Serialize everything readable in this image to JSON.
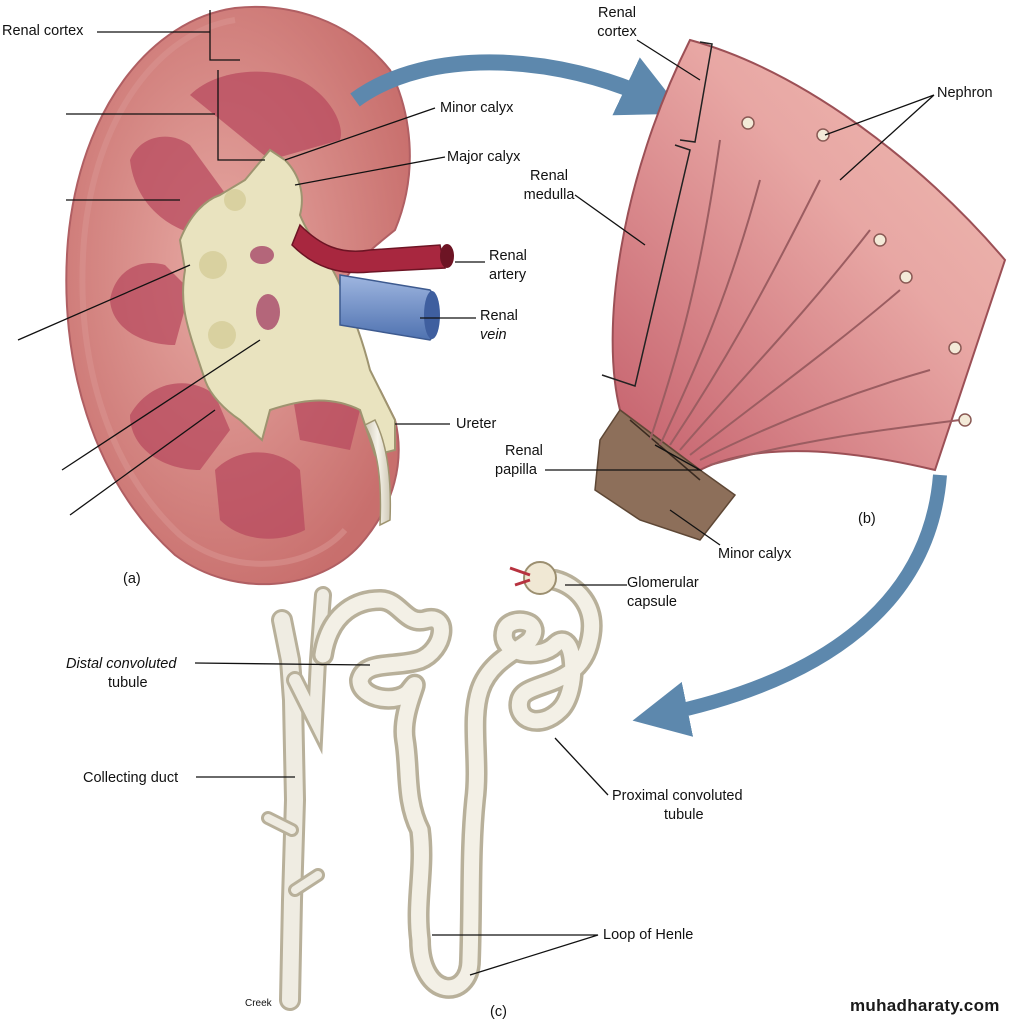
{
  "panels": {
    "a": "(a)",
    "b": "(b)",
    "c": "(c)"
  },
  "labels": {
    "renal_cortex_a": "Renal cortex",
    "minor_calyx_a": "Minor calyx",
    "major_calyx": "Major calyx",
    "renal_artery_1": "Renal",
    "renal_artery_2": "artery",
    "renal_vein_1": "Renal",
    "renal_vein_2": "vein",
    "ureter": "Ureter",
    "renal_cortex_b_1": "Renal",
    "renal_cortex_b_2": "cortex",
    "nephron": "Nephron",
    "renal_medulla_1": "Renal",
    "renal_medulla_2": "medulla",
    "renal_papilla_1": "Renal",
    "renal_papilla_2": "papilla",
    "minor_calyx_b": "Minor calyx",
    "glomerular_capsule_1": "Glomerular",
    "glomerular_capsule_2": "capsule",
    "distal_1": "Distal convoluted",
    "distal_2": "tubule",
    "collecting_duct": "Collecting duct",
    "proximal_1": "Proximal convoluted",
    "proximal_2": "tubule",
    "loop_of_henle": "Loop of Henle",
    "artist": "Creek"
  },
  "watermark": "muhadharaty.com",
  "colors": {
    "cortex": "#c9716f",
    "medulla": "#b94a5e",
    "calyx": "#e9e3bf",
    "artery": "#a8273f",
    "vein": "#6b8ec9",
    "arrow": "#5d88ad",
    "tubule": "#ece8dc"
  }
}
